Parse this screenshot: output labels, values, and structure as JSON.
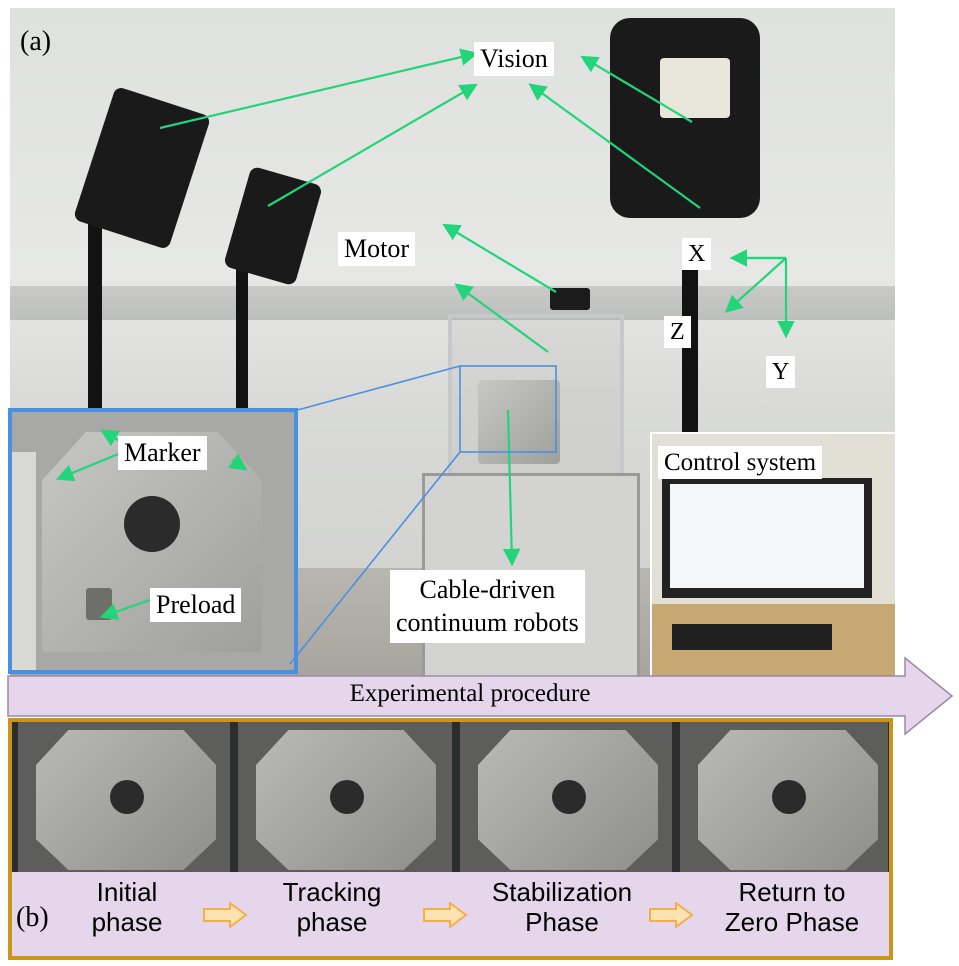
{
  "panel_labels": {
    "a": "(a)",
    "b": "(b)"
  },
  "labels": {
    "vision": "Vision",
    "motor": "Motor",
    "x_axis": "X",
    "y_axis": "Y",
    "z_axis": "Z",
    "marker": "Marker",
    "preload": "Preload",
    "robot_line1": "Cable-driven",
    "robot_line2": "continuum robots",
    "control_system": "Control system",
    "procedure": "Experimental procedure"
  },
  "phases": [
    {
      "line1": "Initial",
      "line2": "phase"
    },
    {
      "line1": "Tracking",
      "line2": "phase"
    },
    {
      "line1": "Stabilization",
      "line2": "Phase"
    },
    {
      "line1": "Return to",
      "line2": "Zero Phase"
    }
  ],
  "colors": {
    "leader_green": "#22d47a",
    "inset_blue": "#4a90e2",
    "phase_border": "#c9951a",
    "band_fill": "#e6d6ec",
    "arrow_orange": "#f3b04a"
  }
}
